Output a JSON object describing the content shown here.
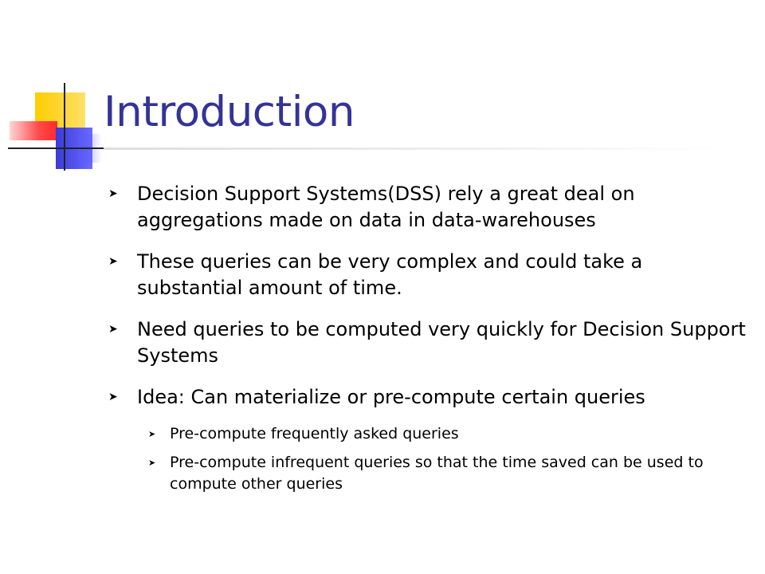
{
  "slide": {
    "title": "Introduction",
    "bullets": [
      {
        "level": 1,
        "text": "Decision Support Systems(DSS) rely a great deal on aggregations made on data in data-warehouses"
      },
      {
        "level": 1,
        "text": "These queries can be very complex and could take a substantial amount of time."
      },
      {
        "level": 1,
        "text": "Need queries to be computed very quickly for Decision Support Systems"
      },
      {
        "level": 1,
        "text": "Idea: Can materialize or pre-compute certain queries"
      },
      {
        "level": 2,
        "text": "Pre-compute frequently asked queries"
      },
      {
        "level": 2,
        "text": "Pre-compute infrequent queries so that the time saved can be used to compute other queries"
      }
    ],
    "bullet_icon": "arrow-bullet-icon",
    "colors": {
      "title": "#333399",
      "text": "#000000",
      "accent_yellow": "#ffcc00",
      "accent_red": "#ff3333",
      "accent_blue": "#3a3ad8"
    }
  }
}
